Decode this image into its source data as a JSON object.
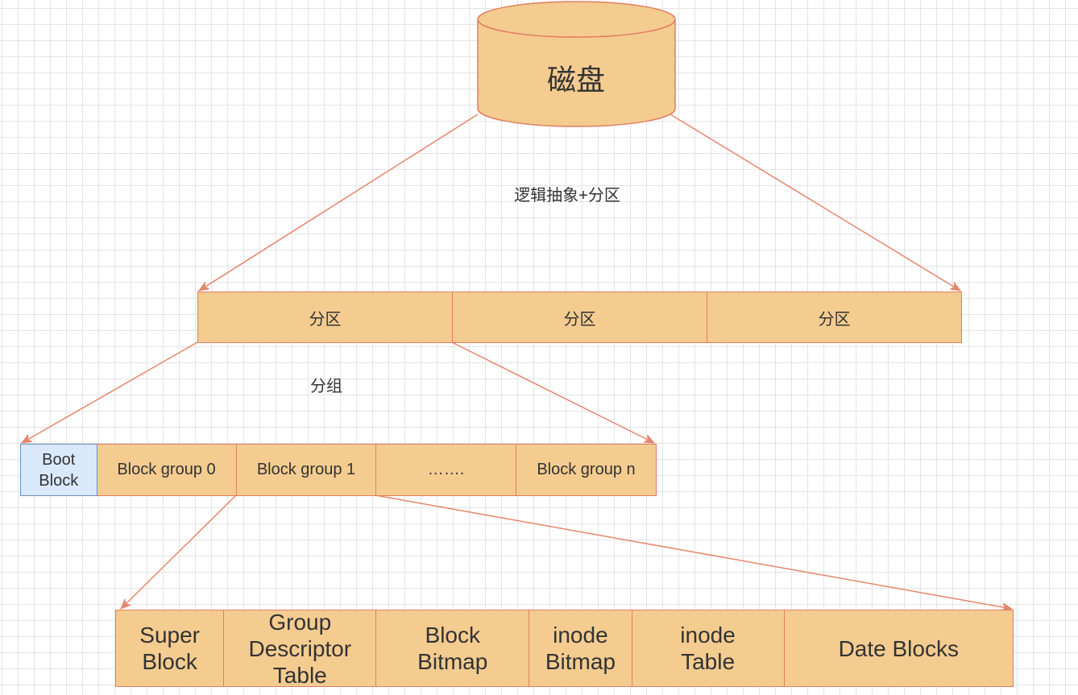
{
  "colors": {
    "background": "#ffffff",
    "grid": "#e4e4e4",
    "shape_fill": "#f4cc90",
    "shape_stroke": "#e27d63",
    "edge_stroke": "#e6866c",
    "boot_fill": "#dae8fc",
    "boot_stroke": "#6c8ebf",
    "text": "#333333"
  },
  "disk": {
    "label": "磁盘"
  },
  "edge_labels": {
    "partitioning": "逻辑抽象+分区",
    "grouping": "分组"
  },
  "partitions": [
    {
      "label": "分区"
    },
    {
      "label": "分区"
    },
    {
      "label": "分区"
    }
  ],
  "block_groups": [
    {
      "label": "Boot Block"
    },
    {
      "label": "Block group 0"
    },
    {
      "label": "Block group 1"
    },
    {
      "label": "……."
    },
    {
      "label": "Block group n"
    }
  ],
  "group_structure": [
    {
      "label": "Super Block"
    },
    {
      "label": "Group Descriptor Table"
    },
    {
      "label": "Block Bitmap"
    },
    {
      "label": "inode Bitmap"
    },
    {
      "label": "inode Table"
    },
    {
      "label": "Date Blocks"
    }
  ]
}
